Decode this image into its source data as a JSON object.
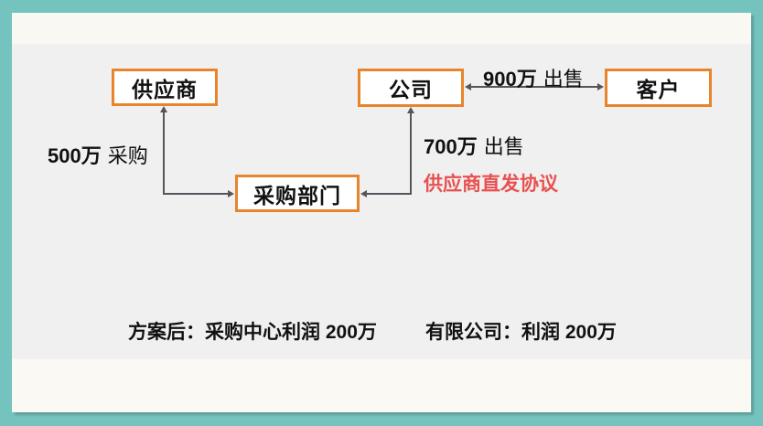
{
  "diagram": {
    "nodes": {
      "supplier": {
        "label": "供应商"
      },
      "company": {
        "label": "公司"
      },
      "customer": {
        "label": "客户"
      },
      "procurement": {
        "label": "采购部门"
      }
    },
    "flows": {
      "purchase": {
        "amount": "500万",
        "action": "采购"
      },
      "sell_internal": {
        "amount": "700万",
        "action": "出售"
      },
      "sell_external": {
        "amount": "900万",
        "action": "出售"
      }
    },
    "note": {
      "text": "供应商直发协议"
    }
  },
  "footer": {
    "left": "方案后：采购中心利润 200万",
    "right": "有限公司：利润 200万"
  },
  "colors": {
    "frame_teal": "#74C3BE",
    "card_gray": "#F0F0F1",
    "strip_cream": "#F9F8F2",
    "box_border_orange": "#E8842C",
    "box_fill": "#FFFFFF",
    "connector_gray": "#57545C",
    "note_red": "#E85150",
    "text_black": "#111111"
  }
}
